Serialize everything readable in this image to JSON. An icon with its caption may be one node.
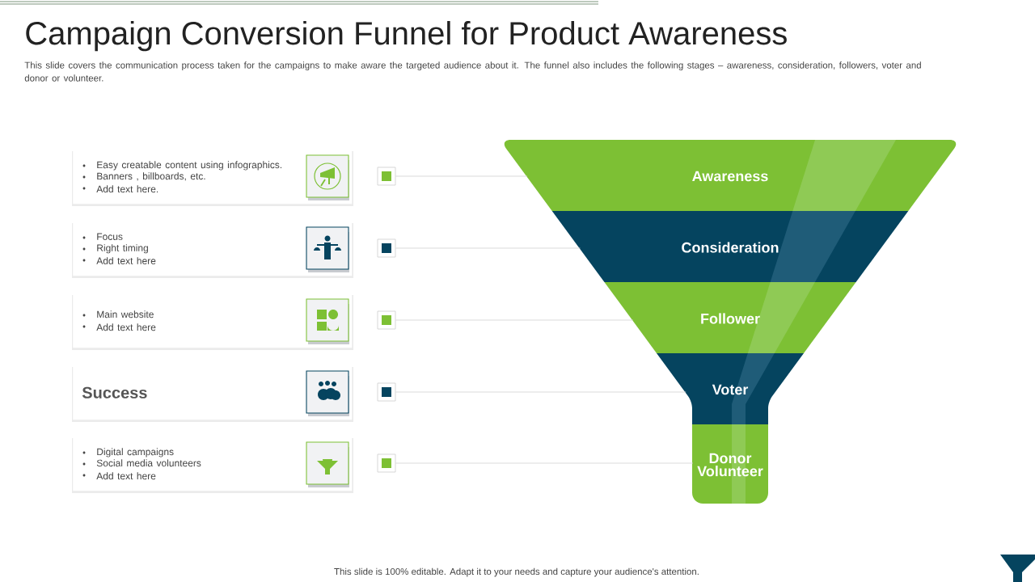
{
  "diagram": {
    "title": "Campaign Conversion Funnel for Product Awareness",
    "nodes": [
      {
        "text": [
          "Easy creatable content using infographics.",
          "Banners , billboards, etc.",
          "Add text here."
        ]
      },
      {
        "text": [
          "Focus",
          "Right timing",
          "Add text here"
        ]
      },
      {
        "text": [
          "Main website",
          "Add text here"
        ]
      },
      {
        "text": [
          "Success"
        ]
      },
      {
        "text": [
          "Digital campaigns",
          "Social media volunteers",
          "Add text here"
        ]
      },
      {
        "text": [],
        "shape": "box"
      },
      {
        "text": [],
        "shape": "box"
      },
      {
        "text": [],
        "shape": "box"
      },
      {
        "text": [],
        "shape": "box"
      },
      {
        "text": [],
        "shape": "box"
      },
      {
        "text": [
          "Awareness"
        ]
      },
      {
        "text": [
          "Consideration"
        ]
      },
      {
        "text": [
          "Follower"
        ]
      },
      {
        "text": [
          "Voter"
        ]
      },
      {
        "text": [
          "Donor Volunteer"
        ]
      }
    ],
    "edges": [
      {
        "from": 5,
        "to": 10,
        "arrow": "none"
      },
      {
        "from": 6,
        "to": 11,
        "arrow": "none"
      },
      {
        "from": 7,
        "to": 12,
        "arrow": "none"
      },
      {
        "from": 8,
        "to": 13,
        "arrow": "none"
      },
      {
        "from": 9,
        "to": 14,
        "arrow": "none"
      }
    ],
    "labels": [
      "This slide covers the communication process taken for the campaigns to make aware the targeted audience  about it. The funnel also includes the following stages – awareness, consideration, followers, voter and donor or volunteer.",
      "This slide is 100% editable. Adapt it to your needs and capture your audience's attention."
    ]
  }
}
